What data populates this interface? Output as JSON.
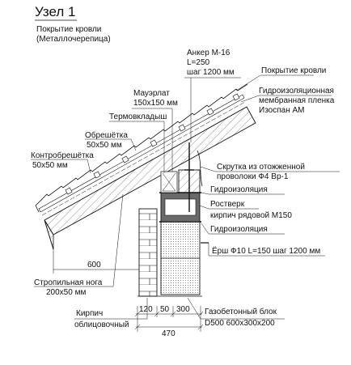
{
  "title": "Узел 1",
  "subtitle_1": "Покрытие кровли",
  "subtitle_2": "(Металлочерепица)",
  "labels": {
    "anchor_1": "Анкер М-16",
    "anchor_2": "L=250",
    "anchor_3": "шаг 1200 мм",
    "roof_cover": "Покрытие кровли",
    "membrane_1": "Гидроизоляционная",
    "membrane_2": "мембранная пленка",
    "membrane_3": "Изоспан АМ",
    "mauerlat_1": "Мауэрлат",
    "mauerlat_2": "150х150 мм",
    "insert": "Термовкладыш",
    "batten_1": "Обрешётка",
    "batten_2": "50х50 мм",
    "counter_1": "Контробрешётка",
    "counter_2": "50х50 мм",
    "wire_1": "Скрутка из отожженной",
    "wire_2": "проволоки Ф4 Вр-1",
    "waterproof_top": "Гидроизоляция",
    "grillage_1": "Ростверк",
    "grillage_2": "кирпич рядовой М150",
    "waterproof_bottom": "Гидроизоляция",
    "ruff": "Ёрш Ф10 L=150 шаг 1200 мм",
    "overhang": "600",
    "rafter_1": "Стропильная нога",
    "rafter_2": "200х50 мм",
    "brick_1": "Кирпич",
    "brick_2": "облицовочный",
    "block_1": "Газобетонный блок",
    "block_2": "D500  600х300х200"
  },
  "dimensions": {
    "d1": "120",
    "d2": "50",
    "d3": "300",
    "total": "470"
  }
}
